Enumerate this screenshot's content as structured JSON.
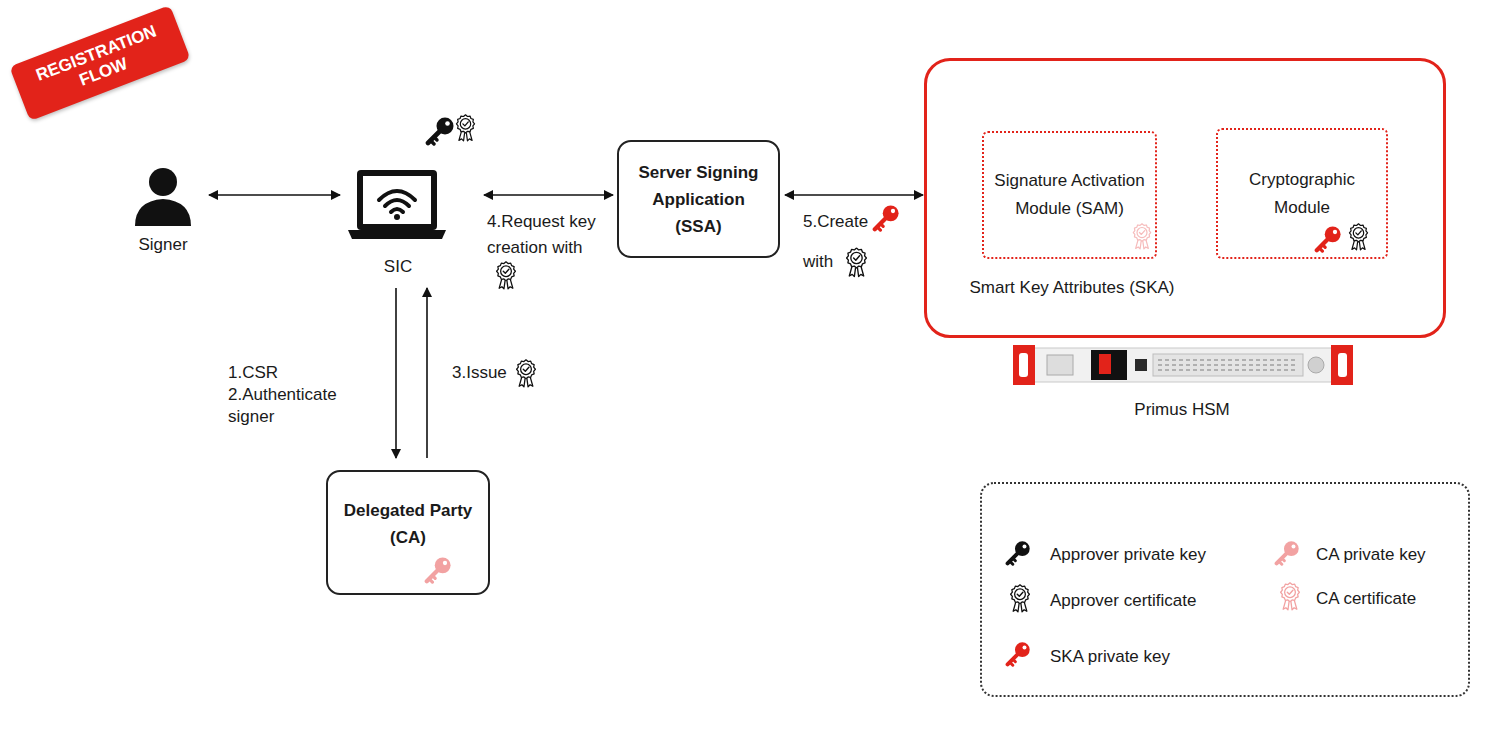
{
  "diagram": {
    "nodes": [
      {
        "text": [
          "REGISTRATION FLOW"
        ]
      },
      {
        "text": [
          "Signer"
        ]
      },
      {
        "text": [
          "SIC"
        ]
      },
      {
        "text": [
          "Server Signing Application (SSA)"
        ]
      },
      {
        "text": [
          "Smart Key Attributes (SKA)"
        ]
      },
      {
        "text": [
          "Signature Activation Module (SAM)"
        ],
        "in": 4
      },
      {
        "text": [
          "Cryptographic Module"
        ],
        "in": 4
      },
      {
        "text": [
          "Delegated Party (CA)"
        ]
      }
    ],
    "edges": [
      {
        "from": 1,
        "to": 2,
        "arrow": "both"
      },
      {
        "from": 2,
        "to": 3,
        "label": "4.Request key creation with",
        "arrow": "both"
      },
      {
        "from": 3,
        "to": 4,
        "label": "5.Create with",
        "arrow": "both"
      },
      {
        "from": 2,
        "to": 7,
        "label": "1.CSR 2.Authenticate signer",
        "arrow": "to"
      },
      {
        "from": 7,
        "to": 2,
        "label": "3.Issue",
        "arrow": "to"
      }
    ],
    "labels": [
      "Primus HSM"
    ],
    "legend": [
      {
        "text": "Approver private key"
      },
      {
        "text": "CA private key"
      },
      {
        "text": "Approver certificate"
      },
      {
        "text": "CA certificate"
      },
      {
        "text": "SKA private key"
      }
    ]
  }
}
